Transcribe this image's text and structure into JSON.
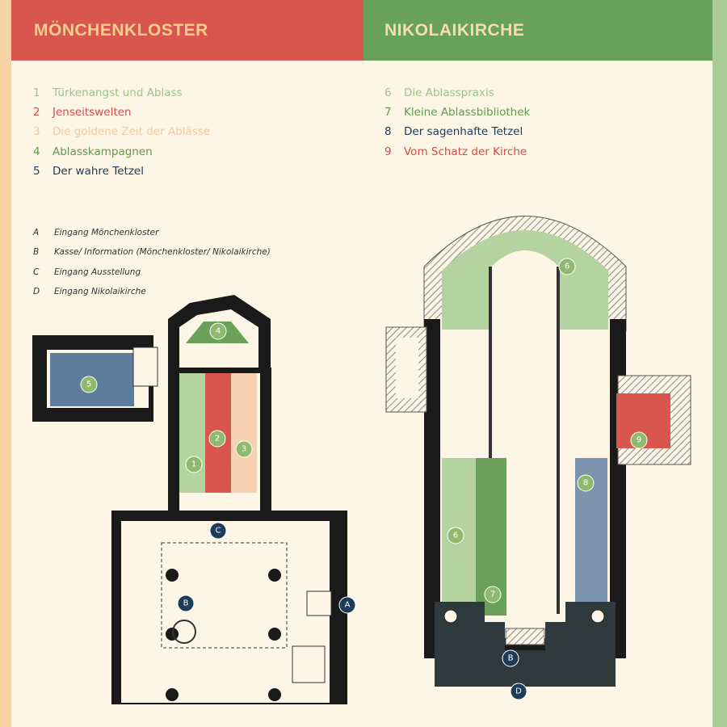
{
  "header": {
    "left_title": "MÖNCHENKLOSTER",
    "right_title": "NIKOLAIKIRCHE"
  },
  "colors": {
    "header_left": "#d9564f",
    "header_right": "#68a15c",
    "background": "#fdf6e6",
    "area_1": "#b5d3a0",
    "area_2": "#d9564f",
    "area_3": "#f7d1b3",
    "area_4": "#6aa05a",
    "area_5": "#5e7d9c",
    "wall": "#1a1a1a",
    "marker_navy": "#1f3b5a"
  },
  "legend_left": [
    {
      "num": "1",
      "label": "Türkenangst und Ablass"
    },
    {
      "num": "2",
      "label": "Jenseitswelten"
    },
    {
      "num": "3",
      "label": "Die goldene Zeit der Ablässe"
    },
    {
      "num": "4",
      "label": "Ablasskampagnen"
    },
    {
      "num": "5",
      "label": "Der wahre Tetzel"
    }
  ],
  "legend_right": [
    {
      "num": "6",
      "label": "Die Ablasspraxis"
    },
    {
      "num": "7",
      "label": "Kleine Ablassbibliothek"
    },
    {
      "num": "8",
      "label": "Der sagenhafte Tetzel"
    },
    {
      "num": "9",
      "label": "Vom Schatz der Kirche"
    }
  ],
  "entrances": [
    {
      "letter": "A",
      "label": "Eingang Mönchenkloster"
    },
    {
      "letter": "B",
      "label": "Kasse/ Information (Mönchenkloster/ Nikolaikirche)"
    },
    {
      "letter": "C",
      "label": "Eingang Ausstellung"
    },
    {
      "letter": "D",
      "label": "Eingang Nikolaikirche"
    }
  ],
  "map_markers": {
    "m1": "1",
    "m2": "2",
    "m3": "3",
    "m4": "4",
    "m5": "5",
    "m6a": "6",
    "m6b": "6",
    "m7": "7",
    "m8": "8",
    "m9": "9",
    "mA": "A",
    "mB1": "B",
    "mB2": "B",
    "mC": "C",
    "mD": "D"
  }
}
